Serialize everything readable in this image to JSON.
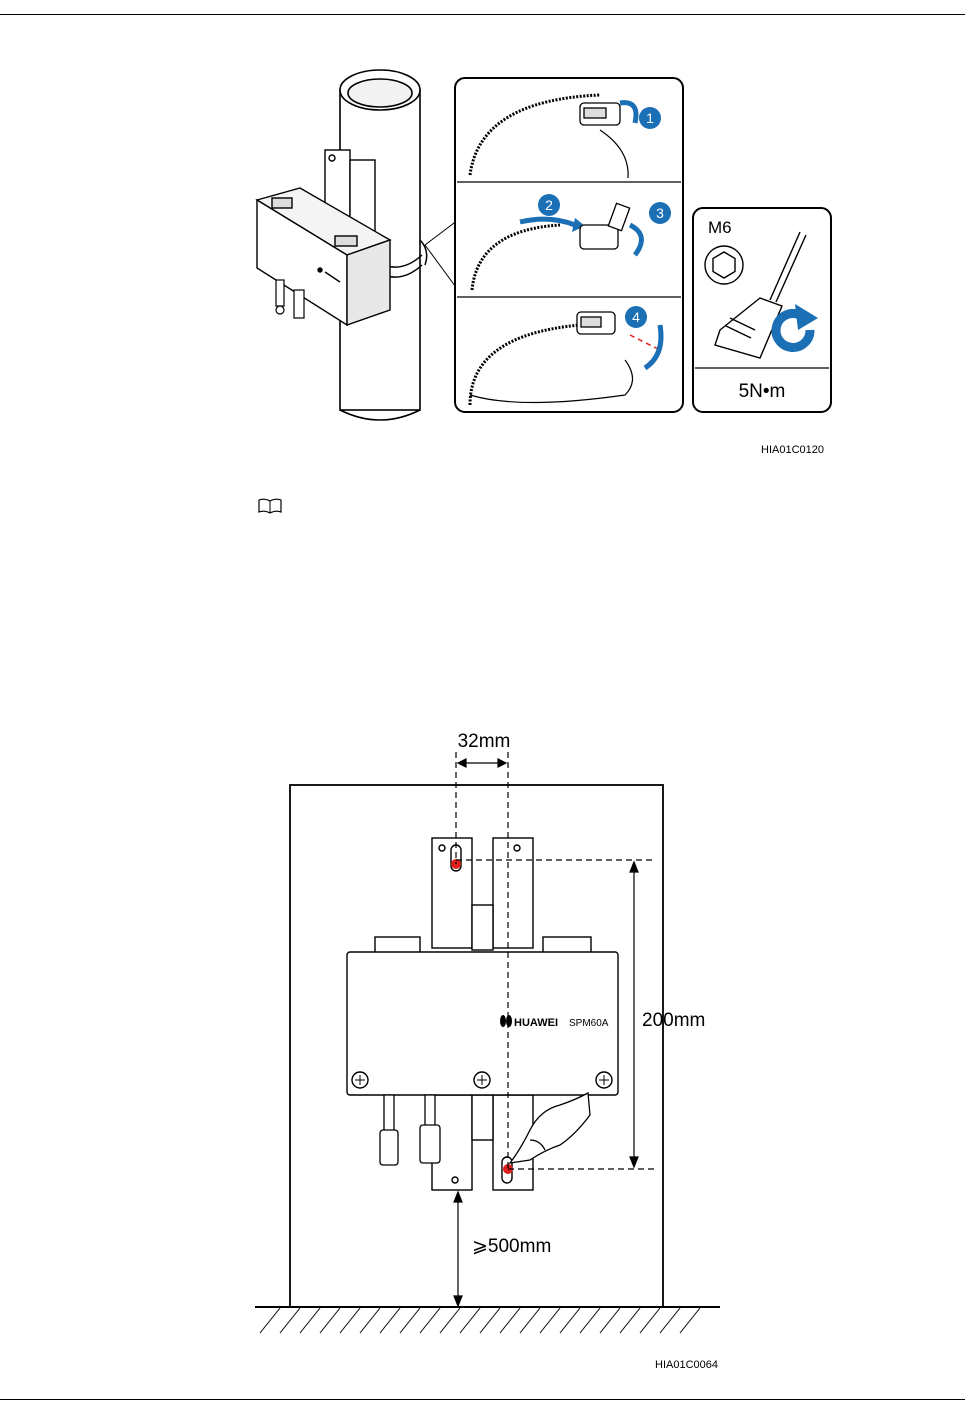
{
  "figure1": {
    "id_label": "HIA01C0120",
    "steps": [
      "1",
      "2",
      "3",
      "4"
    ],
    "bolt_size": "M6",
    "torque": "5N•m"
  },
  "note": {
    "icon": "book-icon"
  },
  "figure2": {
    "id_label": "HIA01C0064",
    "hole_spacing": "32mm",
    "vertical_spacing": "200mm",
    "ground_clearance": "⩾500mm",
    "brand": "HUAWEI",
    "model": "SPM60A"
  },
  "colors": {
    "accent_blue": "#1a6fb5",
    "marker_red": "#e0201c"
  }
}
